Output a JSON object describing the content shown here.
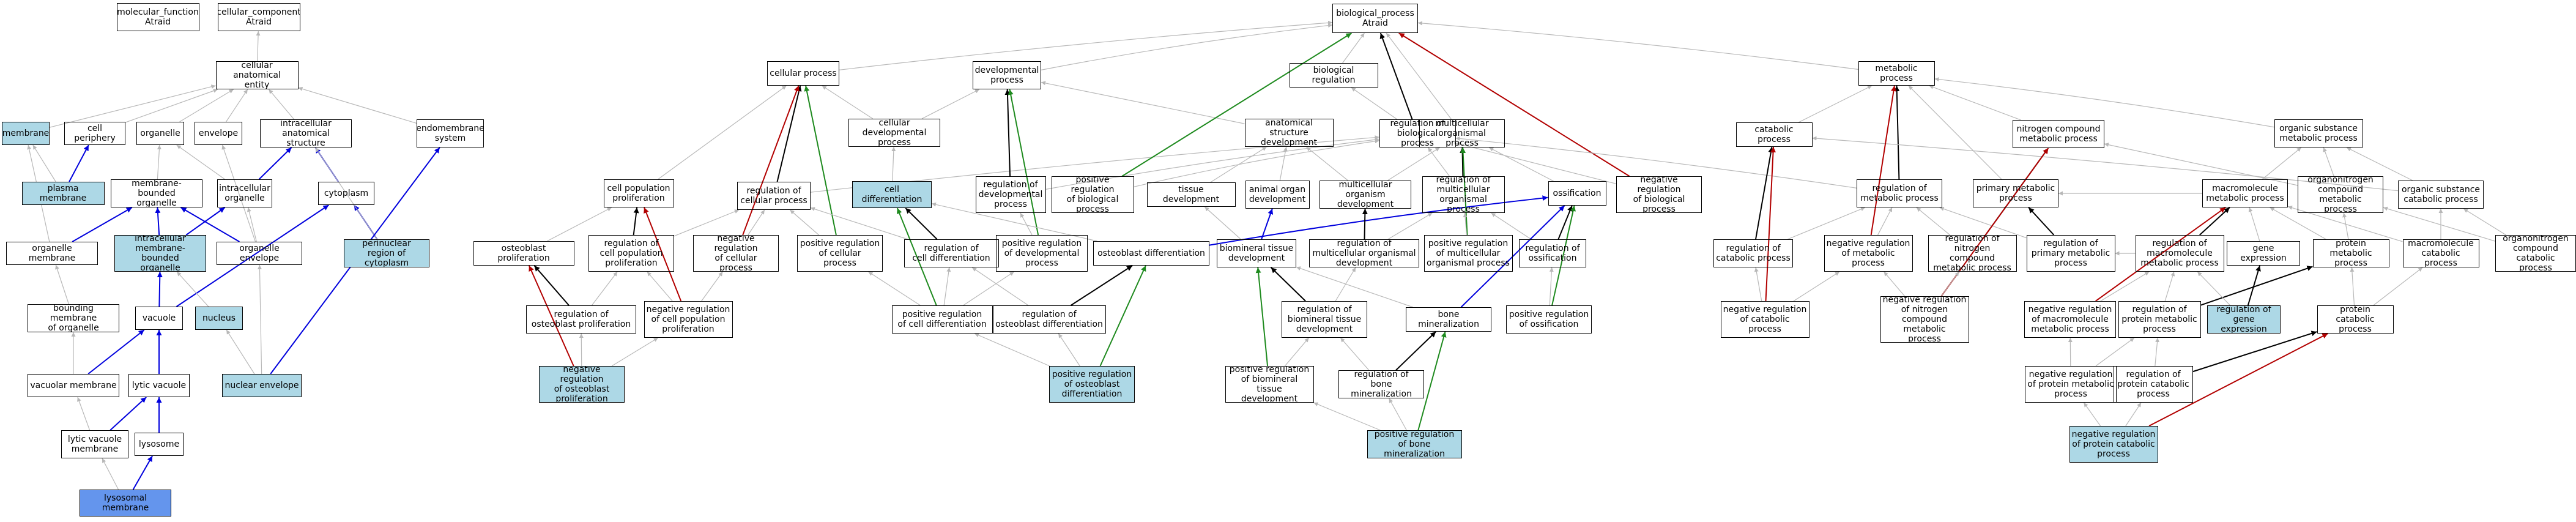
{
  "colors": {
    "grey": "#b8b8b8",
    "black": "#000000",
    "blue": "#0000dd",
    "green": "#1e8a1e",
    "red": "#b20000",
    "highlight": "#add8e6",
    "query": "#6495ed"
  },
  "nodes": {
    "mf": "molecular_function\nAtraid",
    "cc": "cellular_component\nAtraid",
    "bp": "biological_process\nAtraid",
    "cae": "cellular anatomical\nentity",
    "membrane": "membrane",
    "cellperiphery": "cell periphery",
    "organelle": "organelle",
    "envelope": "envelope",
    "intracellular_as": "intracellular\nanatomical structure",
    "endomembrane": "endomembrane\nsystem",
    "plasma_membrane": "plasma membrane",
    "intracellular_org": "intracellular\norganelle",
    "cytoplasm": "cytoplasm",
    "mbo": "membrane-bounded\norganelle",
    "imbo": "intracellular\nmembrane-bounded\norganelle",
    "org_membrane": "organelle membrane",
    "org_envelope": "organelle envelope",
    "perinuclear": "perinuclear\nregion of cytoplasm",
    "bounding_membrane": "bounding membrane\nof organelle",
    "vacuole": "vacuole",
    "nucleus": "nucleus",
    "vacuolar_membrane": "vacuolar membrane",
    "lytic_vacuole": "lytic vacuole",
    "nuclear_envelope": "nuclear envelope",
    "lytic_vac_membrane": "lytic vacuole\nmembrane",
    "lysosome": "lysosome",
    "lysosomal_membrane": "lysosomal membrane",
    "cellular_process": "cellular process",
    "developmental_process": "developmental\nprocess",
    "biological_regulation": "biological regulation",
    "metabolic_process": "metabolic process",
    "cell_pop_prolif": "cell population\nproliferation",
    "cellular_dev_process": "cellular developmental\nprocess",
    "anat_struct_dev": "anatomical structure\ndevelopment",
    "reg_bio_process": "regulation of\nbiological process",
    "multicellular_org_process": "multicellular\norganismal process",
    "catabolic_process": "catabolic process",
    "nitrogen_compound_mp": "nitrogen compound\nmetabolic process",
    "organic_substance_mp": "organic substance\nmetabolic process",
    "reg_cellular_process": "regulation of\ncellular process",
    "cell_differentiation": "cell differentiation",
    "reg_dev_process": "regulation of\ndevelopmental\nprocess",
    "pos_reg_bio_process": "positive regulation\nof biological\nprocess",
    "tissue_development": "tissue development",
    "animal_organ_dev": "animal organ\ndevelopment",
    "multicellular_org_dev": "multicellular\norganism development",
    "reg_multicellular_org_process": "regulation of\nmulticellular\norganismal process",
    "ossification": "ossification",
    "neg_reg_bio_process": "negative regulation\nof biological\nprocess",
    "reg_metabolic_process": "regulation of\nmetabolic process",
    "primary_metabolic_process": "primary metabolic\nprocess",
    "macromolecule_mp": "macromolecule\nmetabolic process",
    "organonitrogen_cmp": "organonitrogen\ncompound metabolic\nprocess",
    "organic_substance_cp": "organic substance\ncatabolic process",
    "osteoblast_prolif": "osteoblast proliferation",
    "reg_cell_pop_prolif": "regulation of\ncell population\nproliferation",
    "neg_reg_cellular_process": "negative regulation\nof cellular\nprocess",
    "pos_reg_cellular_process": "positive regulation\nof cellular\nprocess",
    "reg_cell_diff": "regulation of\ncell differentiation",
    "pos_reg_dev_process": "positive regulation\nof developmental\nprocess",
    "osteoblast_diff": "osteoblast differentiation",
    "biomineral_tissue_dev": "biomineral tissue\ndevelopment",
    "reg_multicellular_org_dev": "regulation of\nmulticellular organismal development",
    "pos_reg_multicellular_org_process": "positive regulation\nof multicellular\norganismal process",
    "reg_ossification": "regulation of\nossification",
    "reg_catabolic_process": "regulation of\ncatabolic process",
    "neg_reg_metabolic_process": "negative regulation\nof metabolic\nprocess",
    "reg_nitrogen_cmp": "regulation of\nnitrogen compound\nmetabolic process",
    "reg_primary_mp": "regulation of\nprimary metabolic\nprocess",
    "reg_macromolecule_mp": "regulation of\nmacromolecule\nmetabolic process",
    "gene_expression": "gene expression",
    "protein_mp": "protein metabolic\nprocess",
    "macromolecule_cp": "macromolecule\ncatabolic process",
    "organonitrogen_ccp": "organonitrogen\ncompound catabolic\nprocess",
    "reg_osteoblast_prolif": "regulation of\nosteoblast proliferation",
    "neg_reg_cell_pop_prolif": "negative regulation\nof cell population\nproliferation",
    "pos_reg_cell_diff": "positive regulation\nof cell differentiation",
    "reg_osteoblast_diff": "regulation of\nosteoblast differentiation",
    "reg_biomineral_tissue_dev": "regulation of\nbiomineral tissue\ndevelopment",
    "bone_mineralization": "bone mineralization",
    "pos_reg_ossification": "positive regulation\nof ossification",
    "neg_reg_catabolic_process": "negative regulation\nof catabolic\nprocess",
    "neg_reg_nitrogen_cmp": "negative regulation\nof nitrogen\ncompound metabolic\nprocess",
    "neg_reg_macromolecule_mp": "negative regulation\nof macromolecule\nmetabolic process",
    "reg_protein_mp": "regulation of\nprotein metabolic\nprocess",
    "reg_gene_expression": "regulation of\ngene expression",
    "protein_catabolic_process": "protein catabolic\nprocess",
    "neg_reg_osteoblast_prolif": "negative regulation\nof osteoblast\nproliferation",
    "pos_reg_osteoblast_diff": "positive regulation\nof osteoblast\ndifferentiation",
    "pos_reg_biomineral_tissue_dev": "positive regulation\nof biomineral\ntissue development",
    "reg_bone_mineralization": "regulation of\nbone mineralization",
    "neg_reg_protein_mp": "negative regulation\nof protein metabolic\nprocess",
    "reg_protein_cp": "regulation of\nprotein catabolic\nprocess",
    "pos_reg_bone_mineralization": "positive regulation\nof bone mineralization",
    "neg_reg_protein_cp": "negative regulation\nof protein catabolic\nprocess"
  }
}
